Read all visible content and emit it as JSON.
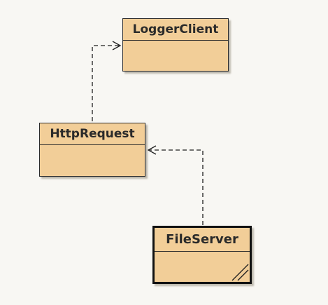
{
  "diagram": {
    "classes": [
      {
        "id": "logger-client",
        "name": "LoggerClient",
        "selected": false
      },
      {
        "id": "http-request",
        "name": "HttpRequest",
        "selected": false
      },
      {
        "id": "file-server",
        "name": "FileServer",
        "selected": true
      }
    ],
    "dependencies": [
      {
        "from": "http-request",
        "to": "logger-client",
        "style": "dashed",
        "arrow": "open"
      },
      {
        "from": "file-server",
        "to": "http-request",
        "style": "dashed",
        "arrow": "open"
      }
    ]
  },
  "colors": {
    "class_fill": "#f2ce98",
    "border": "#2b2b2b",
    "background": "#f8f7f3"
  }
}
